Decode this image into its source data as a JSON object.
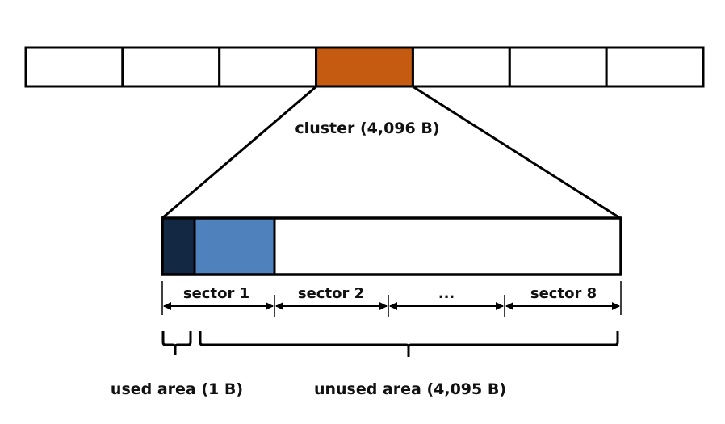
{
  "diagram": {
    "title": "Cluster slack space illustration",
    "disk": {
      "cluster_count": 7,
      "highlighted_index": 3,
      "highlight_color": "#C55A11",
      "cell_color": "#FFFFFF"
    },
    "cluster_label": "cluster (4,096 B)",
    "cluster_detail": {
      "used_fraction_of_sector1": 0.3,
      "used_color": "#132843",
      "sector1_color": "#4F81BD",
      "rest_color": "#FFFFFF"
    },
    "sectors": [
      {
        "label": "sector 1"
      },
      {
        "label": "sector 2"
      },
      {
        "label": "..."
      },
      {
        "label": "sector 8"
      }
    ],
    "used_area_label": "used area (1 B)",
    "unused_area_label": "unused area (4,095 B)"
  }
}
